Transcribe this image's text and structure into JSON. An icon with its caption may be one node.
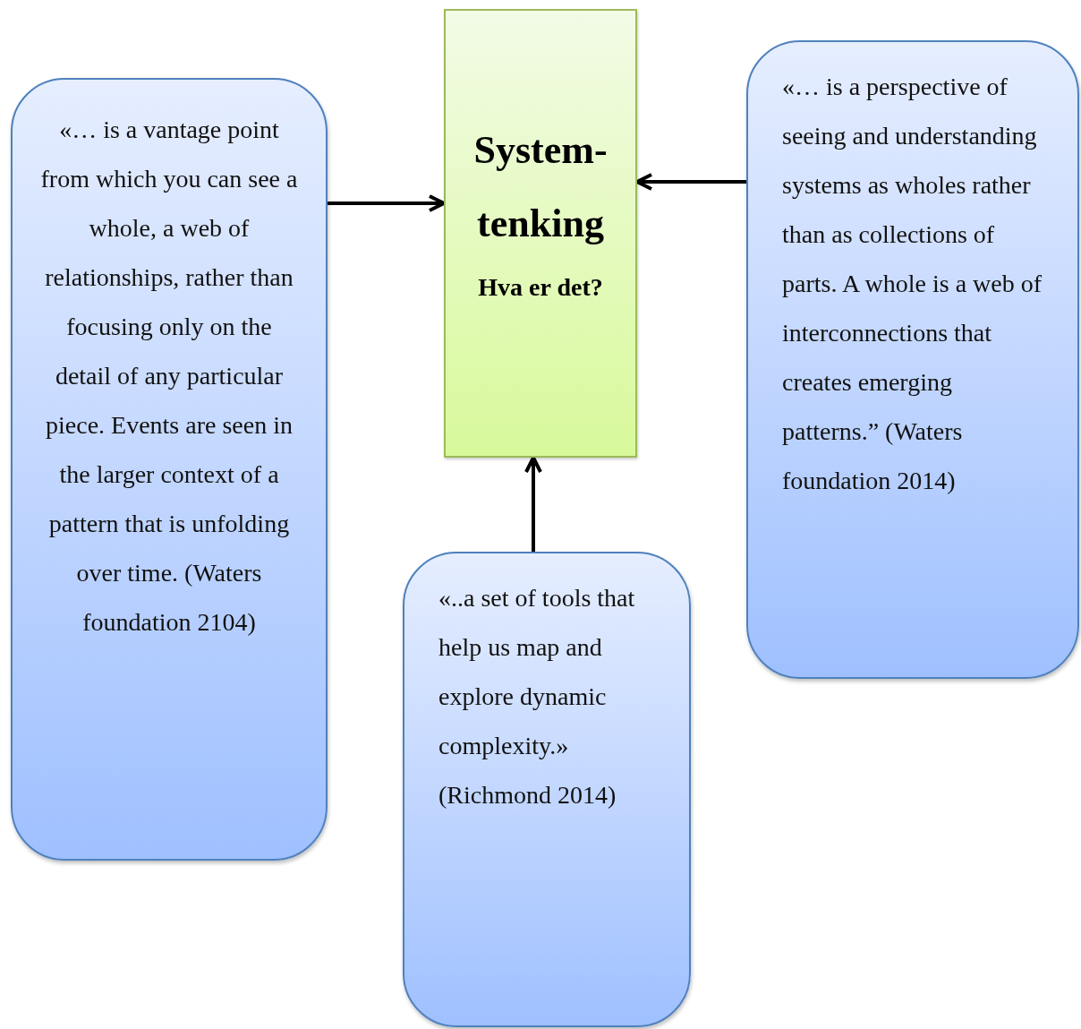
{
  "diagram": {
    "nodes": [
      {
        "text": [
          "System- tenking",
          "Hva er det?"
        ]
      },
      {
        "text": [
          "«… is a vantage point from which you can see a whole, a web of relationships, rather than focusing only on the detail of any particular piece. Events are seen in the larger context of a pattern that is unfolding over time. (Waters foundation 2104)"
        ]
      },
      {
        "text": [
          "«… is a perspective of seeing and understanding systems as wholes rather than as collections of parts. A whole is a web of interconnections that creates emerging patterns.” (Waters foundation 2014)"
        ]
      },
      {
        "text": [
          "«..a set of tools that help us map and explore dynamic complexity.» (Richmond 2014)"
        ]
      }
    ],
    "edges": [
      {
        "from": 1,
        "to": 0,
        "arrow": "to"
      },
      {
        "from": 2,
        "to": 0,
        "arrow": "to"
      },
      {
        "from": 3,
        "to": 0,
        "arrow": "to"
      }
    ]
  }
}
